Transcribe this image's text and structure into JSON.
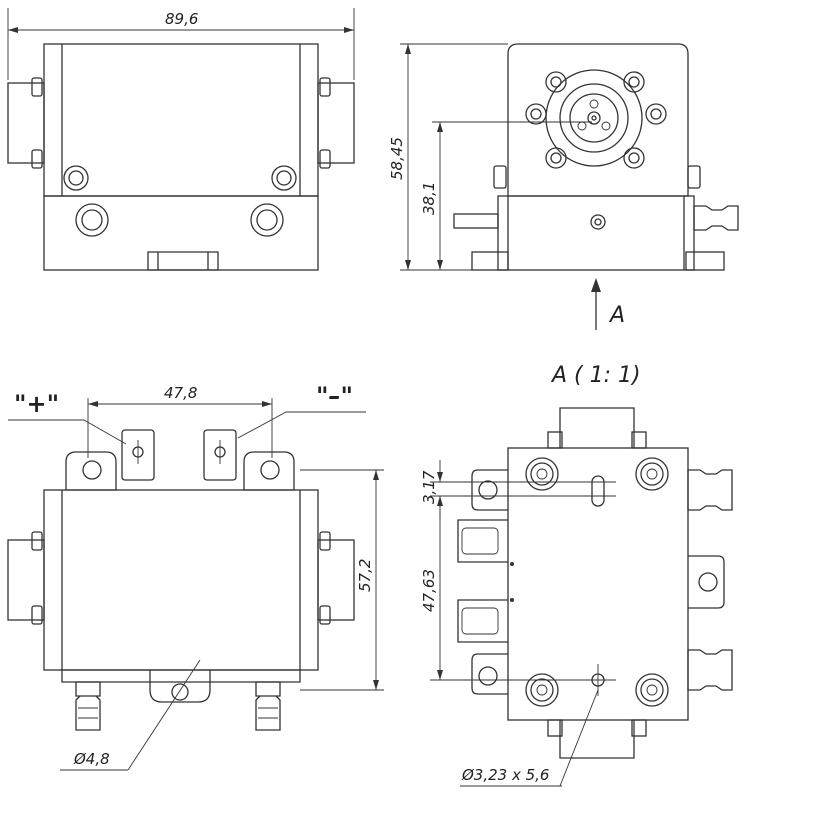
{
  "drawing": {
    "dimensions": {
      "top_width": "89,6",
      "side_height_total": "58,45",
      "side_height_port": "38,1",
      "terminal_spacing": "47,8",
      "front_height": "57,2",
      "hole_diameter": "Ø4,8",
      "slot_offset": "3,17",
      "hole_spacing": "47,63",
      "slot_size": "Ø3,23 x 5,6"
    },
    "labels": {
      "terminal_plus": "\"+\"",
      "terminal_minus": "\"–\"",
      "view_arrow": "A",
      "detail_title": "A ( 1: 1)"
    }
  }
}
